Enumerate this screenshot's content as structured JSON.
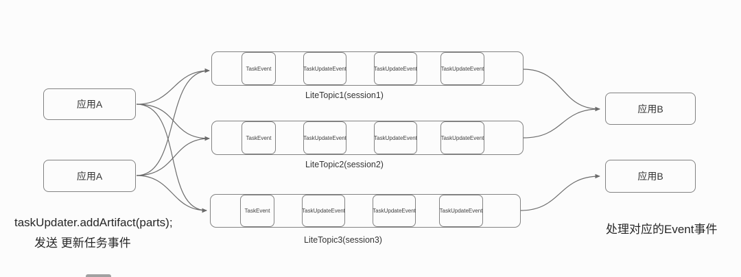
{
  "colors": {
    "background": "#fcfcfc",
    "box_border": "#818181",
    "arrow_line": "#6b6b6b",
    "text_primary": "#262626",
    "text_secondary": "#404040"
  },
  "producers": [
    {
      "label": "应用A"
    },
    {
      "label": "应用A"
    }
  ],
  "consumers": [
    {
      "label": "应用B"
    },
    {
      "label": "应用B"
    }
  ],
  "topics": [
    {
      "label": "LiteTopic1(session1)",
      "events": [
        "TaskEvent",
        "TaskUpdateEvent",
        "TaskUpdateEvent",
        "TaskUpdateEvent"
      ]
    },
    {
      "label": "LiteTopic2(session2)",
      "events": [
        "TaskEvent",
        "TaskUpdateEvent",
        "TaskUpdateEvent",
        "TaskUpdateEvent"
      ]
    },
    {
      "label": "LiteTopic3(session3)",
      "events": [
        "TaskEvent",
        "TaskUpdateEvent",
        "TaskUpdateEvent",
        "TaskUpdateEvent"
      ]
    }
  ],
  "captions": {
    "producer_code": "taskUpdater.addArtifact(parts);",
    "producer_note": "发送 更新任务事件",
    "consumer_note": "处理对应的Event事件"
  }
}
